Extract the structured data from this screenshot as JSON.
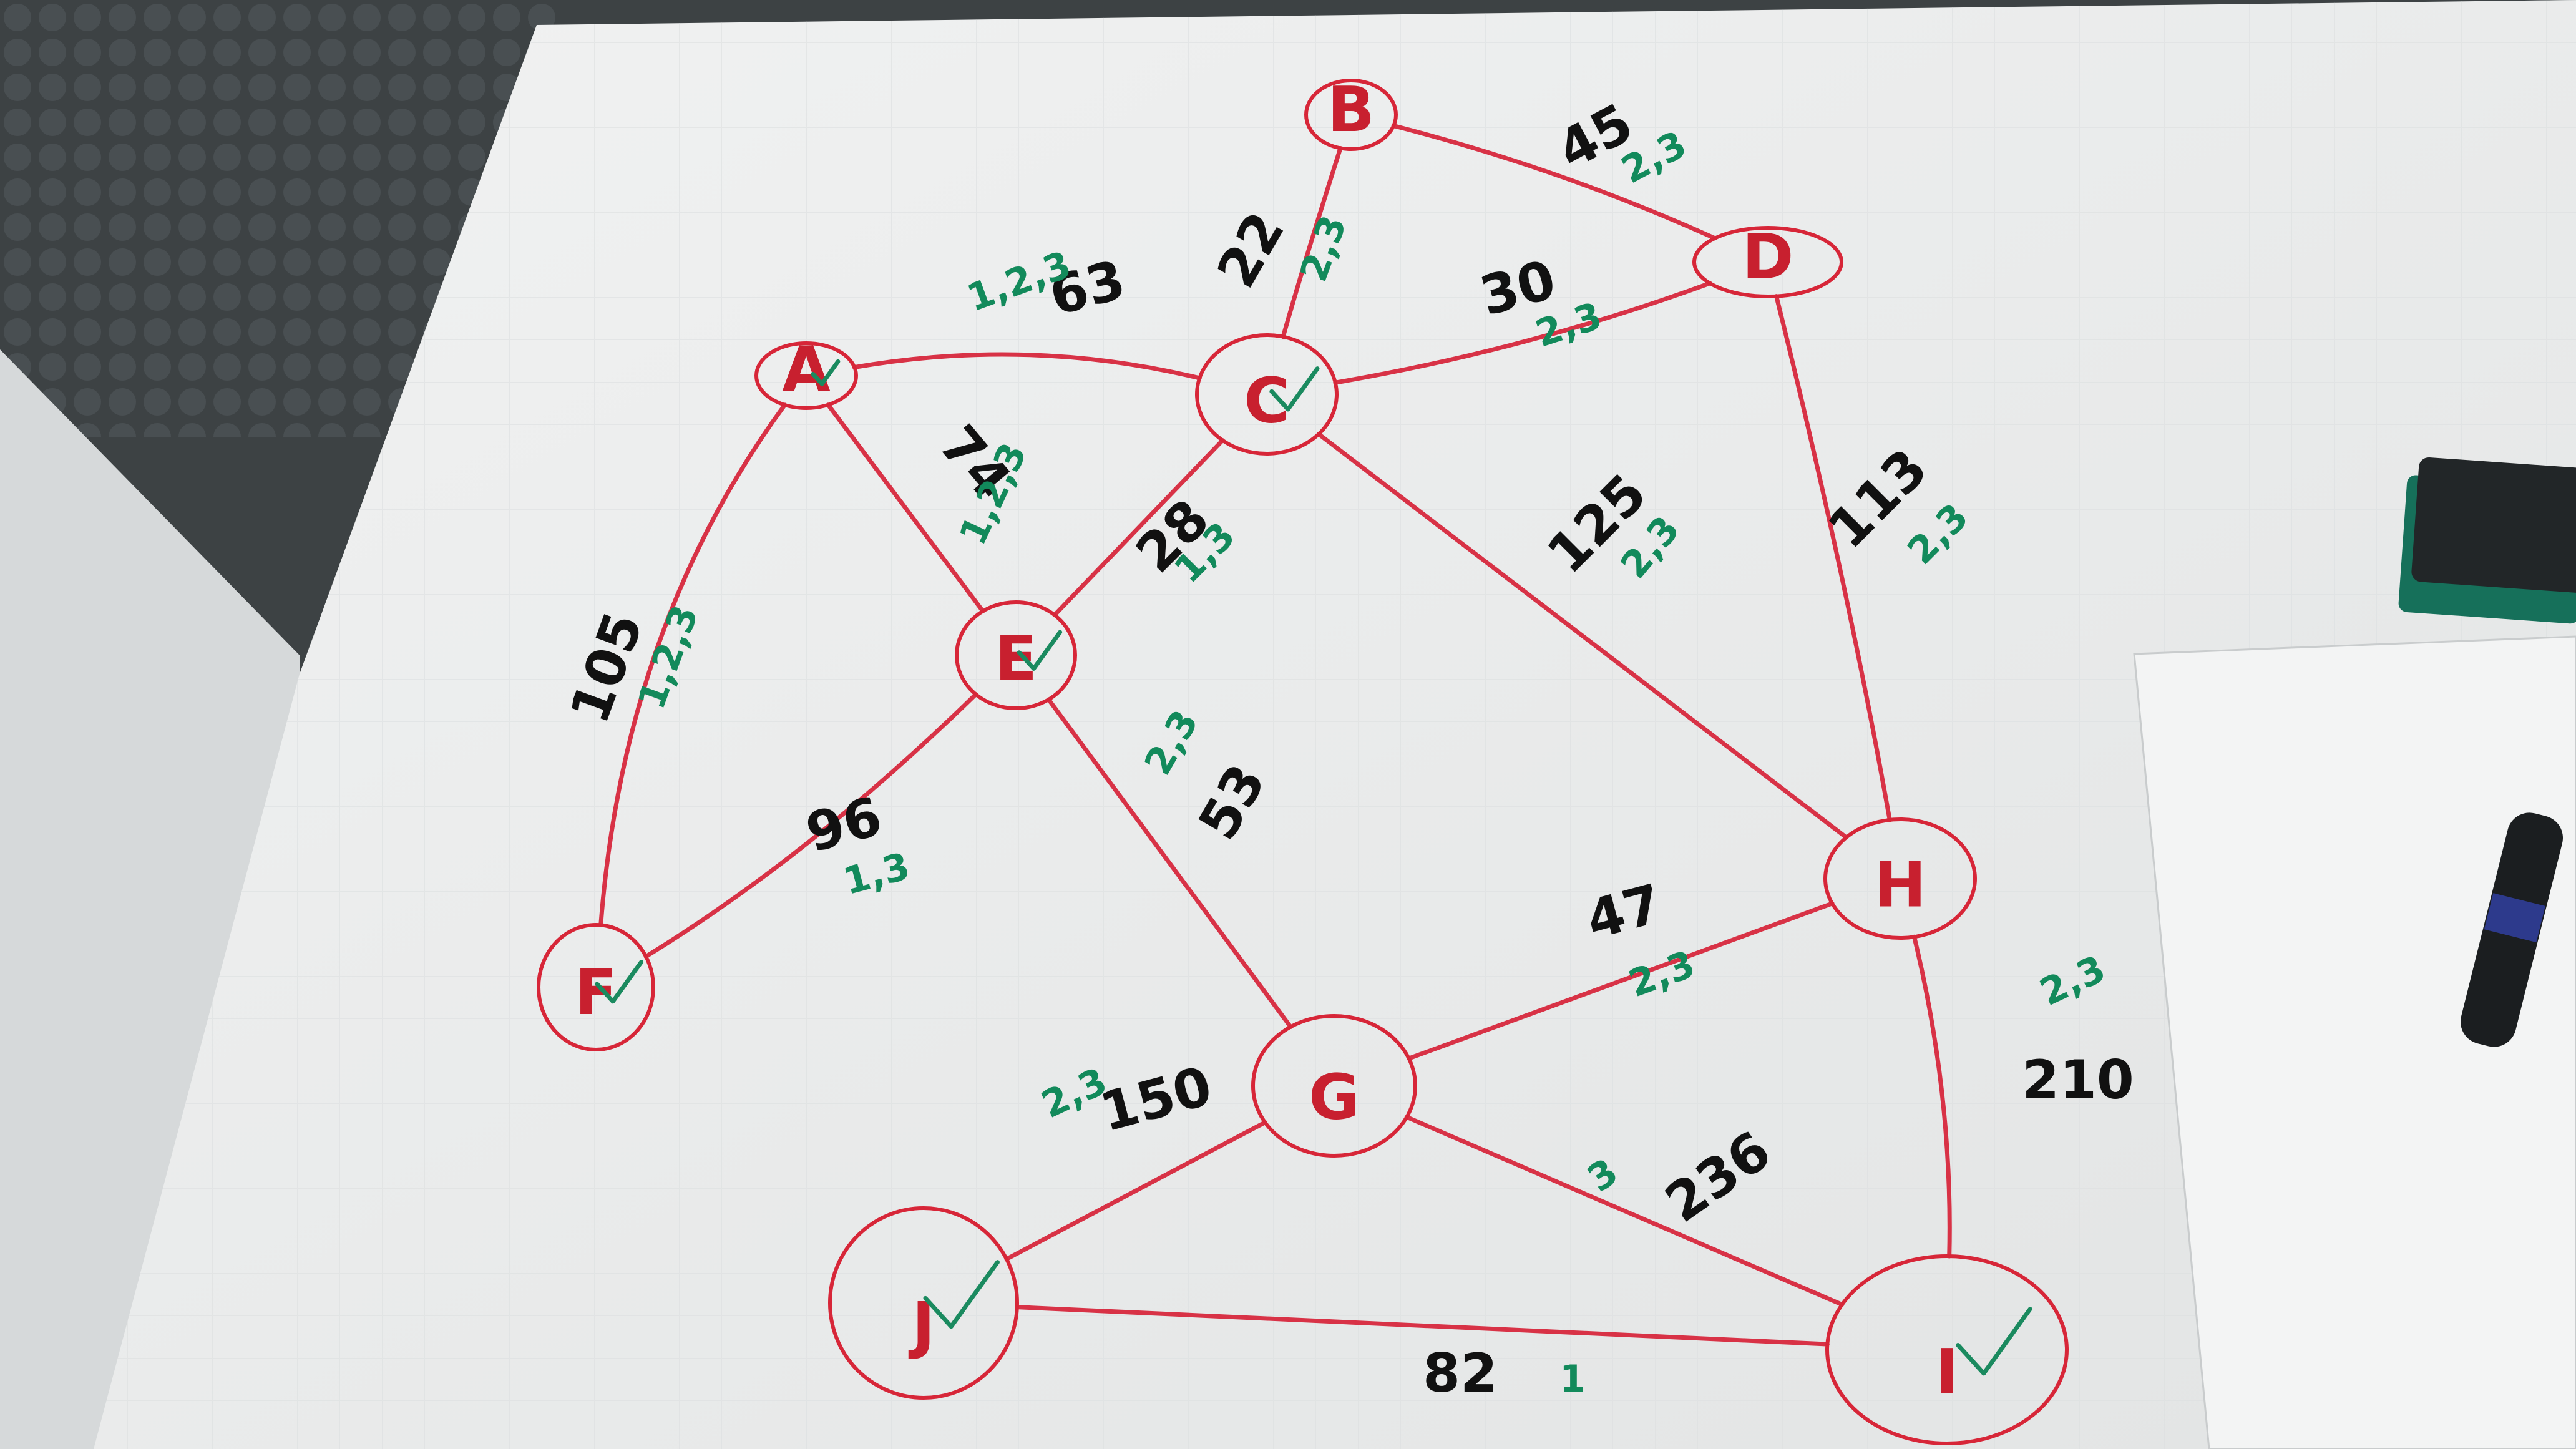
{
  "graph": {
    "nodes": [
      {
        "id": "A",
        "label": "A",
        "checked": true
      },
      {
        "id": "B",
        "label": "B",
        "checked": false
      },
      {
        "id": "C",
        "label": "C",
        "checked": true
      },
      {
        "id": "D",
        "label": "D",
        "checked": false
      },
      {
        "id": "E",
        "label": "E",
        "checked": true
      },
      {
        "id": "F",
        "label": "F",
        "checked": true
      },
      {
        "id": "G",
        "label": "G",
        "checked": false
      },
      {
        "id": "H",
        "label": "H",
        "checked": false
      },
      {
        "id": "I",
        "label": "I",
        "checked": true
      },
      {
        "id": "J",
        "label": "J",
        "checked": true
      }
    ],
    "edges": [
      {
        "from": "B",
        "to": "D",
        "weight": "45",
        "mark": "2,3"
      },
      {
        "from": "B",
        "to": "C",
        "weight": "22",
        "mark": "2,3"
      },
      {
        "from": "A",
        "to": "C",
        "weight": "63",
        "mark": "1,2,3"
      },
      {
        "from": "C",
        "to": "D",
        "weight": "30",
        "mark": "2,3"
      },
      {
        "from": "A",
        "to": "E",
        "weight": "74",
        "mark": "1,2,3"
      },
      {
        "from": "C",
        "to": "E",
        "weight": "28",
        "mark": "1,3"
      },
      {
        "from": "C",
        "to": "H",
        "weight": "125",
        "mark": "2,3"
      },
      {
        "from": "D",
        "to": "H",
        "weight": "113",
        "mark": "2,3"
      },
      {
        "from": "A",
        "to": "F",
        "weight": "105",
        "mark": "1,2,3"
      },
      {
        "from": "E",
        "to": "F",
        "weight": "96",
        "mark": "1,3"
      },
      {
        "from": "E",
        "to": "G",
        "weight": "53",
        "mark": "2,3"
      },
      {
        "from": "G",
        "to": "H",
        "weight": "47",
        "mark": "2,3"
      },
      {
        "from": "H",
        "to": "I",
        "weight": "210",
        "mark": "2,3"
      },
      {
        "from": "G",
        "to": "J",
        "weight": "150",
        "mark": "2,3"
      },
      {
        "from": "G",
        "to": "I",
        "weight": "236",
        "mark": "3"
      },
      {
        "from": "I",
        "to": "J",
        "weight": "82",
        "mark": "1"
      }
    ]
  },
  "colors": {
    "whiteboard": "#e9eaea",
    "node_ink": "#d72638",
    "edge_ink": "#d83246",
    "weight_ink": "#111111",
    "mark_ink": "#128a5b",
    "background": "#3f4446"
  }
}
